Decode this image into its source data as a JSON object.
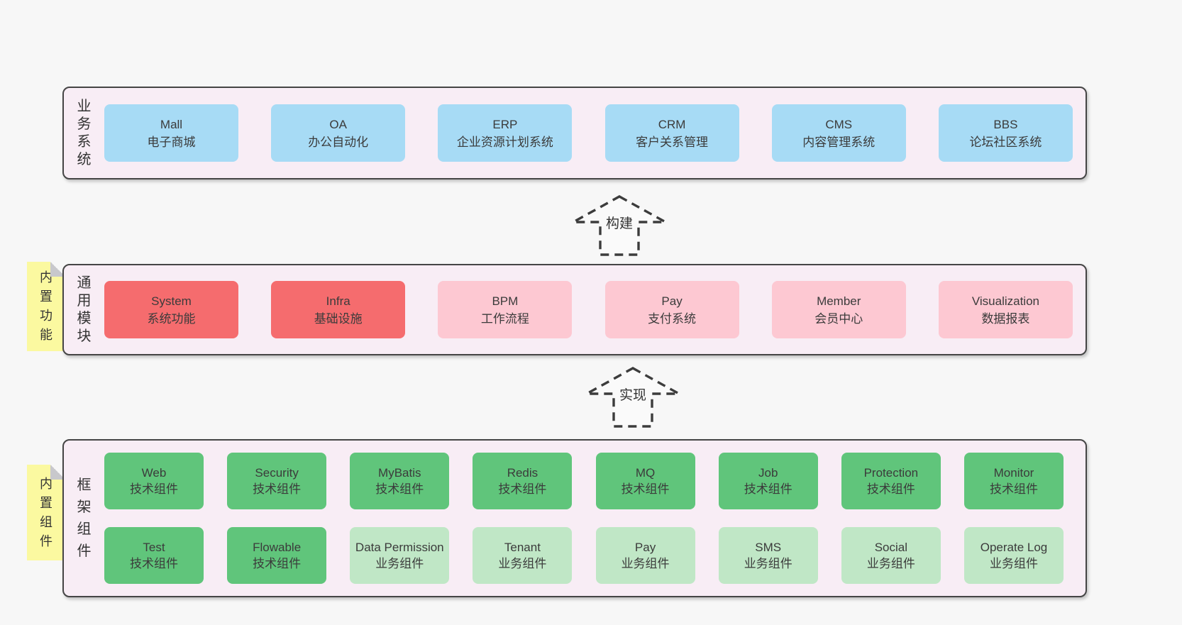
{
  "sections": {
    "business": {
      "label": "业务系统",
      "boxes": [
        {
          "title": "Mall",
          "subtitle": "电子商城"
        },
        {
          "title": "OA",
          "subtitle": "办公自动化"
        },
        {
          "title": "ERP",
          "subtitle": "企业资源计划系统"
        },
        {
          "title": "CRM",
          "subtitle": "客户关系管理"
        },
        {
          "title": "CMS",
          "subtitle": "内容管理系统"
        },
        {
          "title": "BBS",
          "subtitle": "论坛社区系统"
        }
      ]
    },
    "modules": {
      "label": "通用模块",
      "note": "内置功能",
      "boxes": [
        {
          "title": "System",
          "subtitle": "系统功能"
        },
        {
          "title": "Infra",
          "subtitle": "基础设施"
        },
        {
          "title": "BPM",
          "subtitle": "工作流程"
        },
        {
          "title": "Pay",
          "subtitle": "支付系统"
        },
        {
          "title": "Member",
          "subtitle": "会员中心"
        },
        {
          "title": "Visualization",
          "subtitle": "数据报表"
        }
      ]
    },
    "framework": {
      "label": "框架组件",
      "note": "内置组件",
      "row1": [
        {
          "title": "Web",
          "subtitle": "技术组件"
        },
        {
          "title": "Security",
          "subtitle": "技术组件"
        },
        {
          "title": "MyBatis",
          "subtitle": "技术组件"
        },
        {
          "title": "Redis",
          "subtitle": "技术组件"
        },
        {
          "title": "MQ",
          "subtitle": "技术组件"
        },
        {
          "title": "Job",
          "subtitle": "技术组件"
        },
        {
          "title": "Protection",
          "subtitle": "技术组件"
        },
        {
          "title": "Monitor",
          "subtitle": "技术组件"
        }
      ],
      "row2": [
        {
          "title": "Test",
          "subtitle": "技术组件"
        },
        {
          "title": "Flowable",
          "subtitle": "技术组件"
        },
        {
          "title": "Data Permission",
          "subtitle": "业务组件"
        },
        {
          "title": "Tenant",
          "subtitle": "业务组件"
        },
        {
          "title": "Pay",
          "subtitle": "业务组件"
        },
        {
          "title": "SMS",
          "subtitle": "业务组件"
        },
        {
          "title": "Social",
          "subtitle": "业务组件"
        },
        {
          "title": "Operate Log",
          "subtitle": "业务组件"
        }
      ]
    }
  },
  "arrows": {
    "build": "构建",
    "implement": "实现"
  },
  "colors": {
    "page_bg": "#f7f7f7",
    "panel_bg": "#f8edf5",
    "panel_border": "#454545",
    "blue_box": "#a7dbf5",
    "red_box": "#f56c6e",
    "pink_box": "#fdc8d2",
    "green_dark_box": "#60c57b",
    "green_light_box": "#c0e7c6",
    "note_yellow": "#fbf9a0",
    "fold_gray": "#c8c8cc",
    "text": "#3b3b3b"
  }
}
